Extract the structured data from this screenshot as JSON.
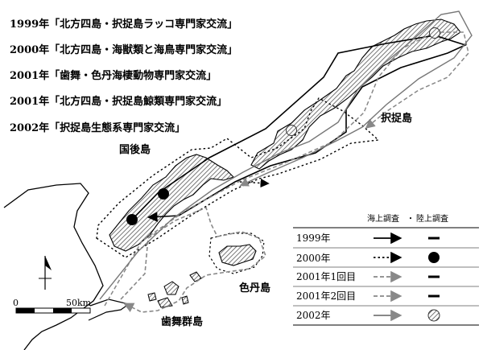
{
  "expeditions": [
    "1999年「北方四島・択捉島ラッコ専門家交流」",
    "2000年「北方四島・海獣類と海鳥専門家交流」",
    "2001年「歯舞・色丹海棲動物専門家交流」",
    "2001年「北方四島・択捉島鯨類専門家交流」",
    "2002年「択捉島生態系専門家交流」"
  ],
  "islands": {
    "etorofu": "択捉島",
    "kunashiri": "国後島",
    "shikotan": "色丹島",
    "habomai": "歯舞群島"
  },
  "legend": {
    "header_sea": "海上調査",
    "header_sep": "・",
    "header_land": "陸上調査",
    "rows": [
      {
        "label": "1999年",
        "route_style": "solid black arrow",
        "land_marker": "dash",
        "color": "#000000"
      },
      {
        "label": "2000年",
        "route_style": "dotted black arrow",
        "land_marker": "black dot",
        "color": "#000000"
      },
      {
        "label": "2001年1回目",
        "route_style": "dashed gray arrow",
        "land_marker": "dash",
        "color": "#888888"
      },
      {
        "label": "2001年2回目",
        "route_style": "dashed gray arrow",
        "land_marker": "dash",
        "color": "#888888"
      },
      {
        "label": "2002年",
        "route_style": "solid gray arrow",
        "land_marker": "hatched dot",
        "color": "#777777"
      }
    ]
  },
  "scale": {
    "start": "0",
    "end": "50km"
  },
  "colors": {
    "land_fill": "#d8d8d8",
    "route_gray": "#888888",
    "route_black": "#000000"
  }
}
